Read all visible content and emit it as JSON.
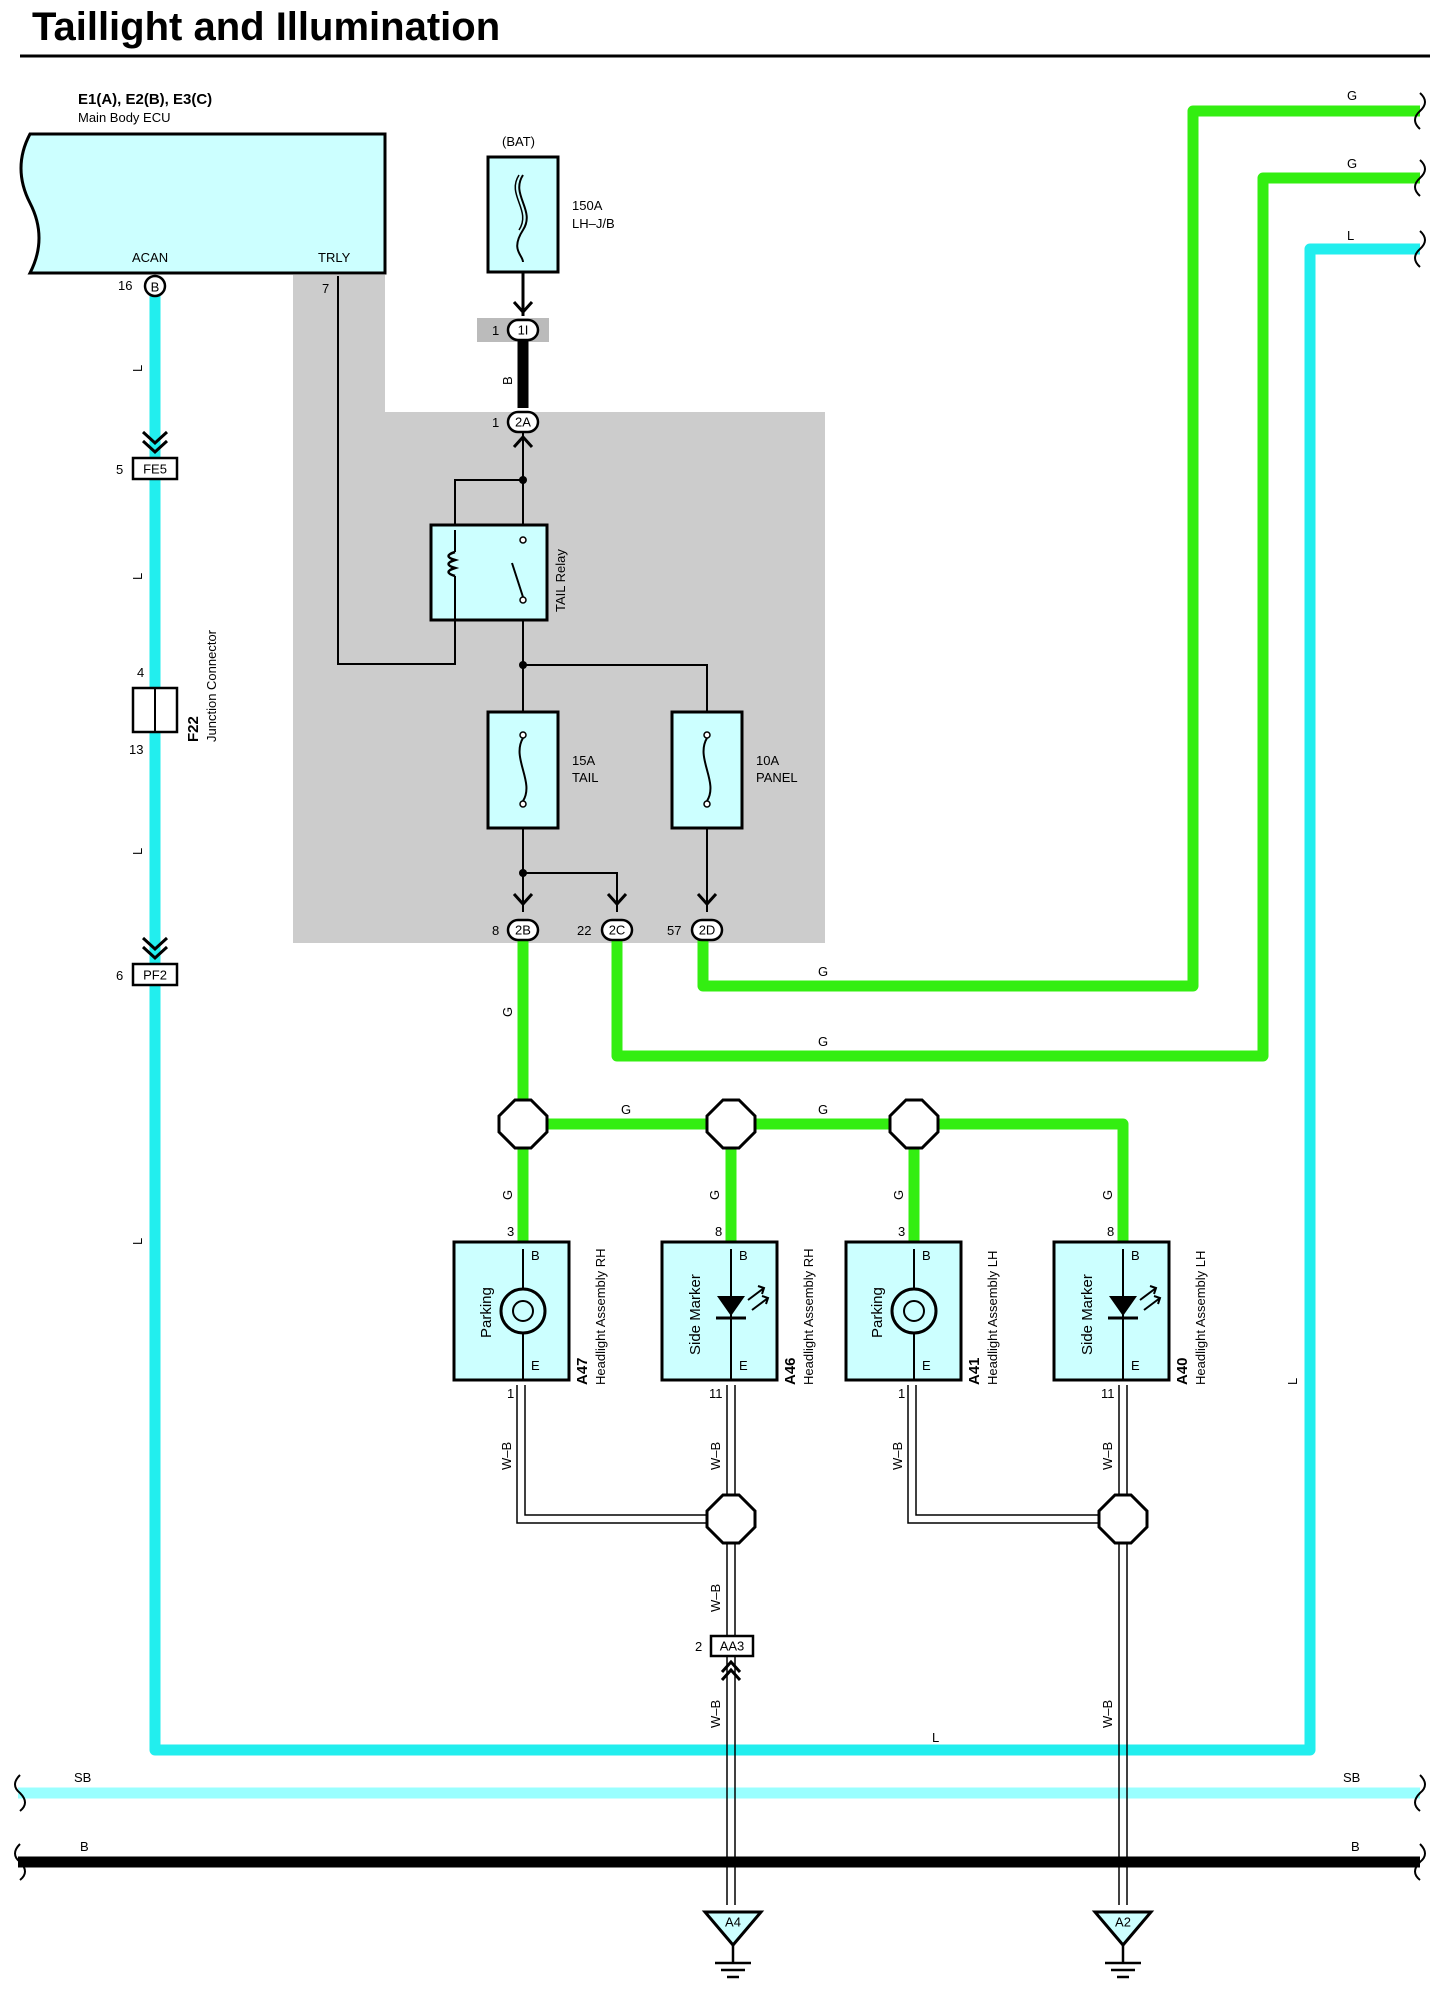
{
  "title": "Taillight and Illumination",
  "ecu": {
    "ids": "E1(A), E2(B), E3(C)",
    "name": "Main Body ECU",
    "pin_acan": "ACAN",
    "pin_trly": "TRLY",
    "pin_acan_no": "16",
    "pin_acan_conn": "B",
    "pin_trly_no": "7"
  },
  "battery": {
    "label": "(BAT)",
    "fuse_amps": "150A",
    "fuse_name": "LH–J/B"
  },
  "relay": {
    "label": "TAIL Relay"
  },
  "fuses": [
    {
      "amps": "15A",
      "name": "TAIL"
    },
    {
      "amps": "10A",
      "name": "PANEL"
    }
  ],
  "junction_connector": {
    "id": "F22",
    "name": "Junction Connector",
    "pin_top": "4",
    "pin_bottom": "13"
  },
  "connectors": {
    "c1I": {
      "pin": "1",
      "id": "1I"
    },
    "c2A": {
      "pin": "1",
      "id": "2A"
    },
    "c2B": {
      "pin": "8",
      "id": "2B"
    },
    "c2C": {
      "pin": "22",
      "id": "2C"
    },
    "c2D": {
      "pin": "57",
      "id": "2D"
    },
    "fe5": {
      "pin": "5",
      "id": "FE5"
    },
    "pf2": {
      "pin": "6",
      "id": "PF2"
    },
    "aa3": {
      "pin": "2",
      "id": "AA3"
    }
  },
  "wire_colors": {
    "G": "G",
    "L": "L",
    "B": "B",
    "SB": "SB",
    "WB": "W–B"
  },
  "components": [
    {
      "id": "A47",
      "name": "Headlight Assembly RH",
      "function": "Parking",
      "pin_b": "3",
      "pin_e": "1",
      "term_b": "B",
      "term_e": "E"
    },
    {
      "id": "A46",
      "name": "Headlight Assembly RH",
      "function": "Side Marker",
      "pin_b": "8",
      "pin_e": "11",
      "term_b": "B",
      "term_e": "E"
    },
    {
      "id": "A41",
      "name": "Headlight Assembly LH",
      "function": "Parking",
      "pin_b": "3",
      "pin_e": "1",
      "term_b": "B",
      "term_e": "E"
    },
    {
      "id": "A40",
      "name": "Headlight Assembly LH",
      "function": "Side Marker",
      "pin_b": "8",
      "pin_e": "11",
      "term_b": "B",
      "term_e": "E"
    }
  ],
  "grounds": [
    {
      "id": "A4"
    },
    {
      "id": "A2"
    }
  ],
  "colors": {
    "green": "#33ee11",
    "cyan": "#22eeee",
    "light_cyan": "#99ffff",
    "box_fill": "#ccffff",
    "shade": "#cccccc"
  }
}
